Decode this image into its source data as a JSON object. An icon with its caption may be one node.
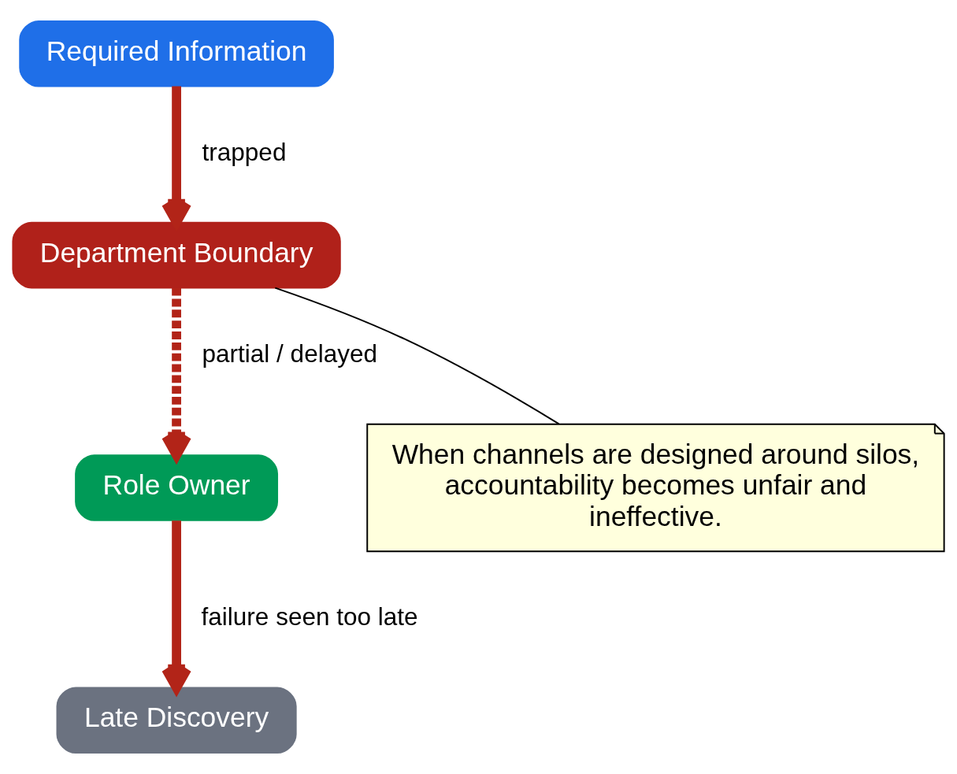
{
  "diagram": {
    "nodes": [
      {
        "text": [
          "Required Information"
        ]
      },
      {
        "text": [
          "Department Boundary"
        ]
      },
      {
        "text": [
          "Role Owner"
        ]
      },
      {
        "text": [
          "Late Discovery"
        ]
      },
      {
        "text": [
          "When channels are designed around silos, accountability becomes unfair and ineffective."
        ]
      }
    ],
    "edges": [
      {
        "from": 0,
        "to": 1,
        "arrow": "to",
        "label": "trapped"
      },
      {
        "from": 1,
        "to": 2,
        "arrow": "to",
        "label": "partial / delayed",
        "style": "dashed"
      },
      {
        "from": 2,
        "to": 3,
        "arrow": "to",
        "label": "failure seen too late"
      },
      {
        "from": 4,
        "to": 1,
        "arrow": "none",
        "color": "#000000"
      }
    ]
  }
}
